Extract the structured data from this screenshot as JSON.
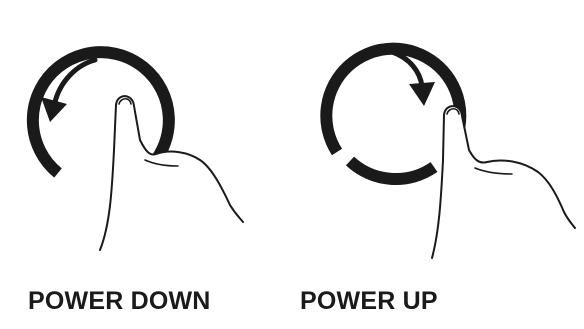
{
  "diagram": {
    "left_panel": {
      "label": "POWER DOWN",
      "rotation": "counterclockwise",
      "icons": [
        "dial-ring",
        "counterclockwise-arrow",
        "pointing-hand"
      ]
    },
    "right_panel": {
      "label": "POWER UP",
      "rotation": "clockwise",
      "icons": [
        "dial-ring",
        "clockwise-arrow",
        "pointing-hand"
      ]
    },
    "colors": {
      "ink": "#1a1a1a",
      "background": "#ffffff"
    }
  }
}
